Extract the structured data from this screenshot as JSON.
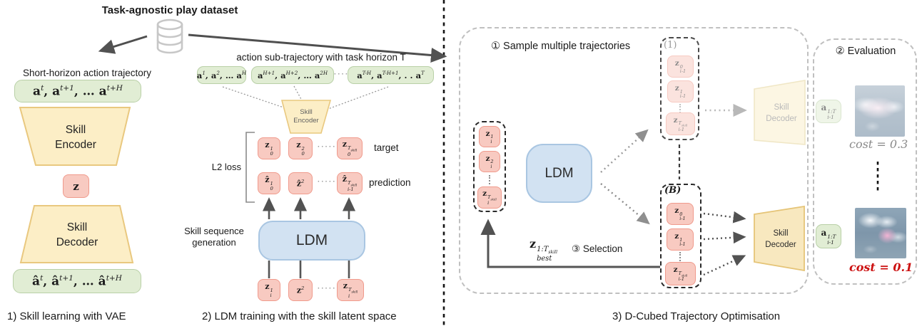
{
  "dataset": {
    "title": "Task-agnostic play dataset"
  },
  "panel1": {
    "caption": "1) Skill learning with VAE",
    "input_label": "Short-horizon action trajectory",
    "input_seq": "a^{t}, a^{t+1}, … a^{t+H}",
    "encoder": {
      "line1": "Skill",
      "line2": "Encoder"
    },
    "latent": "z",
    "decoder": {
      "line1": "Skill",
      "line2": "Decoder"
    },
    "output_seq": "â^{t}, â^{t+1}, … â^{t+H}"
  },
  "panel2": {
    "caption": "2) LDM training with the skill latent space",
    "header": "action sub-trajectory with task horizon T",
    "subtrajectories": [
      "a^{1}, a^{2}, … a^{H}",
      "a^{H+1}, a^{H+2}, … a^{2H}",
      "a^{T-H}, a^{T-H+1}, . . a^{T}"
    ],
    "encoder": {
      "line1": "Skill",
      "line2": "Encoder"
    },
    "l2_label": "L2 loss",
    "target": {
      "cells": [
        "z_{0}^{1}",
        "z_{0}^{2}",
        "z_{0}^{T_{skill}}"
      ],
      "label": "target"
    },
    "prediction": {
      "cells": [
        "ẑ_{0}^{1}",
        "ẑ^{2}",
        "ẑ_{i-1}^{T_{skill}}"
      ],
      "label": "prediction"
    },
    "ldm_label": "LDM",
    "gen_label": {
      "line1": "Skill sequence",
      "line2": "generation"
    },
    "input_cells": [
      "z_{i}^{1}",
      "z^{2}",
      "z_{i}^{T_{skill}}"
    ],
    "dots": "·····"
  },
  "panel3": {
    "caption": "3) D-Cubed Trajectory Optimisation",
    "step1_label": "① Sample multiple trajectories",
    "step2_label": "② Evaluation",
    "step3_label": "③ Selection",
    "best_latent": "z_{best}^{1:T_{skill}}",
    "ldm_label": "LDM",
    "input_column": [
      "z_{i}^{1}",
      "z_{i}^{2}",
      "z_{i}^{T_{skill}}"
    ],
    "sample_first": {
      "tag": "(1)",
      "cells": [
        "z_{i-1}^{0}",
        "z_{i-1}^{1}",
        "z_{i-1}^{T_{skill}}"
      ]
    },
    "sample_last": {
      "tag": "(B)",
      "cells": [
        "z_{i-1}^{0}",
        "z_{i-1}^{1}",
        "z_{i-1}^{T_{skill}}"
      ]
    },
    "decoder": {
      "line1": "Skill",
      "line2": "Decoder"
    },
    "decoder_faded": {
      "line1": "Skill",
      "line2": "Decoder"
    },
    "eval_rows": [
      {
        "action": "a_{i-1}^{1:T}",
        "cost": "cost = 0.3"
      },
      {
        "action": "a_{i-1}^{1:T}",
        "cost": "cost = 0.1"
      }
    ]
  },
  "colors": {
    "green_fill": "#e1edd4",
    "green_border": "#b9d0a7",
    "pink_fill": "#f8cac1",
    "pink_border": "#f09a8c",
    "yellow_fill": "#fceec6",
    "yellow_border": "#e9c87f",
    "blue_fill": "#d2e2f2",
    "blue_border": "#a9c6e2",
    "cost_highlight": "#cc1111",
    "cost_muted": "#8a8a8a"
  }
}
